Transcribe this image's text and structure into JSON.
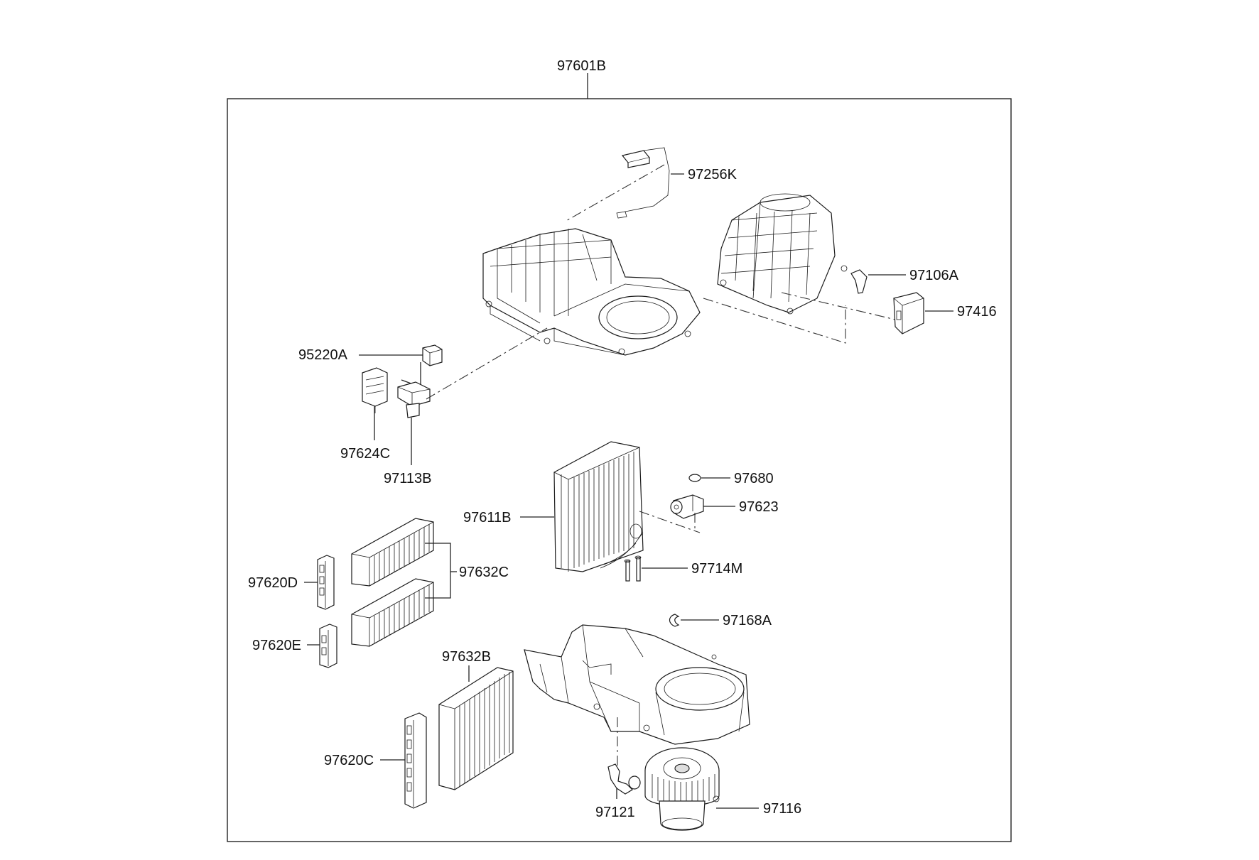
{
  "assembly_label": "97601B",
  "parts": {
    "p97256K": "97256K",
    "p97106A": "97106A",
    "p97416": "97416",
    "p95220A": "95220A",
    "p97624C": "97624C",
    "p97113B": "97113B",
    "p97680": "97680",
    "p97623": "97623",
    "p97611B": "97611B",
    "p97714M": "97714M",
    "p97632C": "97632C",
    "p97620D": "97620D",
    "p97620E": "97620E",
    "p97168A": "97168A",
    "p97632B": "97632B",
    "p97620C": "97620C",
    "p97121": "97121",
    "p97116": "97116"
  }
}
